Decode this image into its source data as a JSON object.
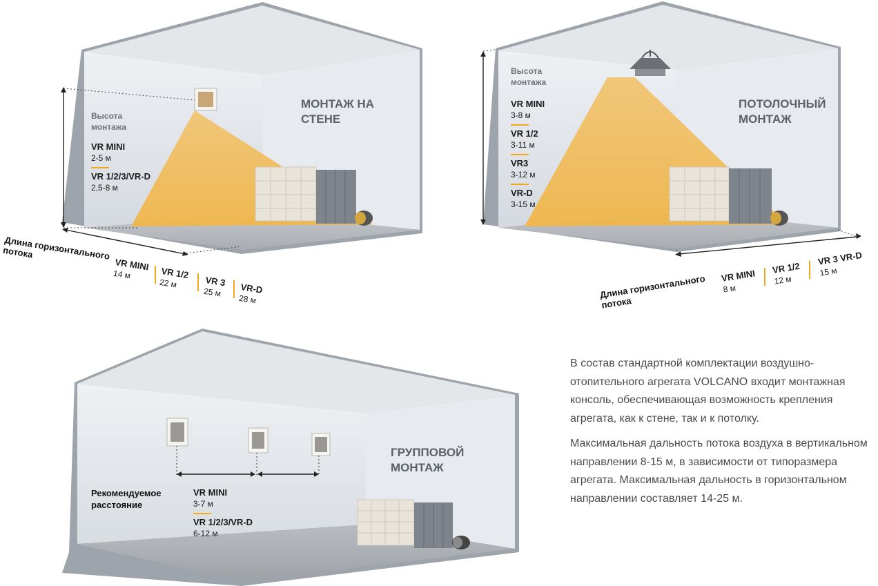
{
  "wall_mount": {
    "title": [
      "МОНТАЖ НА",
      "СТЕНЕ"
    ],
    "height_label": [
      "Высота",
      "монтажа"
    ],
    "height_specs": [
      {
        "name": "VR MINI",
        "value": "2-5 м"
      },
      {
        "name": "VR 1/2/3/VR-D",
        "value": "2,5-8 м"
      }
    ],
    "flow_label": [
      "Длина горизонтального",
      "потока"
    ],
    "flow_specs": [
      {
        "name": "VR MINI",
        "value": "14 м"
      },
      {
        "name": "VR 1/2",
        "value": "22 м"
      },
      {
        "name": "VR 3",
        "value": "25 м"
      },
      {
        "name": "VR-D",
        "value": "28 м"
      }
    ]
  },
  "ceiling_mount": {
    "title": [
      "ПОТОЛОЧНЫЙ",
      "МОНТАЖ"
    ],
    "height_label": [
      "Высота",
      "монтажа"
    ],
    "height_specs": [
      {
        "name": "VR MINI",
        "value": "3-8 м"
      },
      {
        "name": "VR 1/2",
        "value": "3-11 м"
      },
      {
        "name": "VR3",
        "value": "3-12 м"
      },
      {
        "name": "VR-D",
        "value": "3-15 м"
      }
    ],
    "flow_label": [
      "Длина горизонтального",
      "потока"
    ],
    "flow_specs": [
      {
        "name": "VR MINI",
        "value": "8 м"
      },
      {
        "name": "VR 1/2",
        "value": "12 м"
      },
      {
        "name": "VR 3 VR-D",
        "value": "15 м"
      }
    ]
  },
  "group_mount": {
    "title": [
      "ГРУППОВОЙ",
      "МОНТАЖ"
    ],
    "distance_label": [
      "Рекомендуемое",
      "расстояние"
    ],
    "distance_specs": [
      {
        "name": "VR MINI",
        "value": "3-7 м"
      },
      {
        "name": "VR 1/2/3/VR-D",
        "value": "6-12 м"
      }
    ]
  },
  "description": {
    "paragraph_1": "В состав стандартной комплектации воздушно-отопительного агрегата  VOLCANO входит монтажная консоль, обеспечивающая возможность крепления агрегата, как к стене, так и к потолку.",
    "paragraph_2": "Максимальная дальность  потока воздуха в вертикальном направлении 8-15 м, в зависимости от типоразмера агрегата.  Максимальная дальность в горизонтальном направлении составляет 14-25 м."
  },
  "colors": {
    "accent": "#f2a81d",
    "wall": "#dde2e8",
    "floor": "#c9ccd0",
    "text_grey": "#5b6168"
  }
}
